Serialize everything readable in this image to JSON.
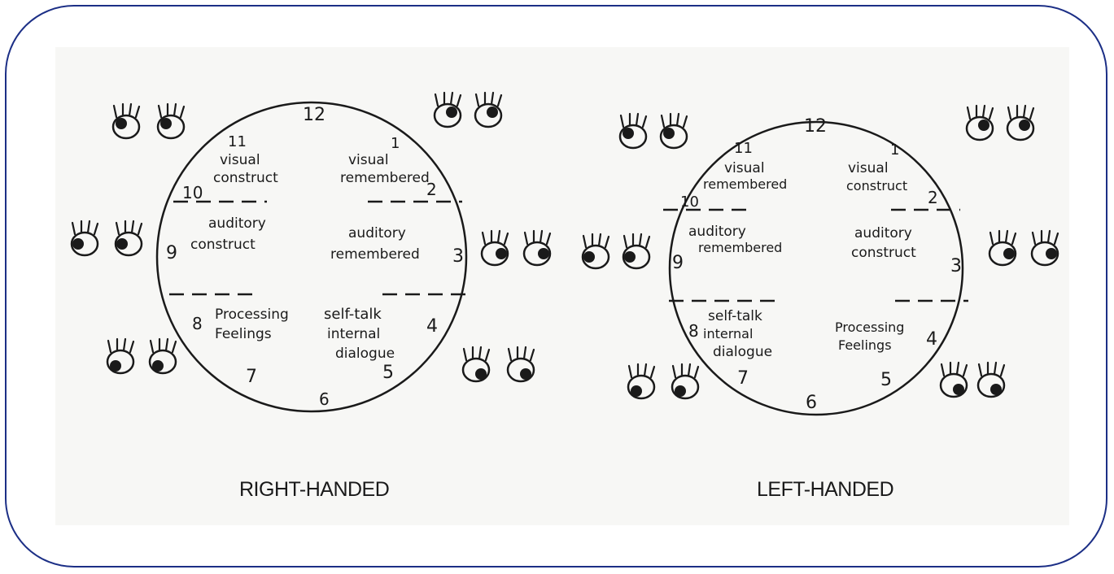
{
  "diagrams": [
    {
      "caption": "RIGHT-HANDED",
      "numbers": [
        "12",
        "1",
        "2",
        "3",
        "4",
        "5",
        "6",
        "7",
        "8",
        "9",
        "10",
        "11"
      ],
      "zones": {
        "upper_left": [
          "visual",
          "construct"
        ],
        "upper_right": [
          "visual",
          "remembered"
        ],
        "middle_left": [
          "auditory",
          "construct"
        ],
        "middle_right": [
          "auditory",
          "remembered"
        ],
        "lower_left": [
          "Processing",
          "Feelings"
        ],
        "lower_right": [
          "self-talk",
          "internal",
          "dialogue"
        ]
      }
    },
    {
      "caption": "LEFT-HANDED",
      "numbers": [
        "12",
        "1",
        "2",
        "3",
        "4",
        "5",
        "6",
        "7",
        "8",
        "9",
        "10",
        "11"
      ],
      "zones": {
        "upper_left": [
          "visual",
          "remembered"
        ],
        "upper_right": [
          "visual",
          "construct"
        ],
        "middle_left": [
          "auditory",
          "remembered"
        ],
        "middle_right": [
          "auditory",
          "construct"
        ],
        "lower_left": [
          "self-talk",
          "internal",
          "dialogue"
        ],
        "lower_right": [
          "Processing",
          "Feelings"
        ]
      }
    }
  ],
  "colors": {
    "frame_border": "#1c2f86",
    "ink": "#1a1a1a",
    "paper": "#f7f7f5"
  },
  "icons": [
    "eyes-looking-up-left-icon",
    "eyes-looking-up-right-icon",
    "eyes-looking-left-icon",
    "eyes-looking-right-icon",
    "eyes-looking-down-left-icon",
    "eyes-looking-down-right-icon"
  ]
}
